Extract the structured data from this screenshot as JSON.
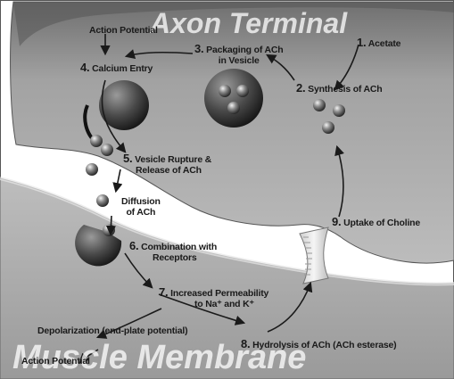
{
  "regions": {
    "axon_terminal": "Axon Terminal",
    "muscle_membrane": "Muscle Membrane"
  },
  "steps": [
    {
      "num": "1.",
      "text": "Acetate"
    },
    {
      "num": "2.",
      "text": "Synthesis of ACh"
    },
    {
      "num": "3.",
      "text_line1": "Packaging of ACh",
      "text_line2": "in Vesicle"
    },
    {
      "num": "4.",
      "text": "Calcium Entry"
    },
    {
      "num": "5.",
      "text_line1": "Vesicle Rupture &",
      "text_line2": "Release of ACh"
    },
    {
      "num": "6.",
      "text_line1": "Combination with",
      "text_line2": "Receptors"
    },
    {
      "num": "7.",
      "text_line1": "Increased Permeability",
      "text_line2": "to Na⁺ and K⁺"
    },
    {
      "num": "8.",
      "text": "Hydrolysis of ACh (ACh esterase)"
    },
    {
      "num": "9.",
      "text": "Uptake of Choline"
    }
  ],
  "labels": {
    "action_potential_top": "Action Potential",
    "diffusion_line1": "Diffusion",
    "diffusion_line2": "of ACh",
    "depolarization": "Depolarization (end-plate potential)",
    "action_potential_bottom": "Action Potential"
  },
  "colors": {
    "terminal_fill": "#8c8c8c",
    "membrane_fill": "#b4b4b4",
    "arrow": "#1a1a1a"
  }
}
